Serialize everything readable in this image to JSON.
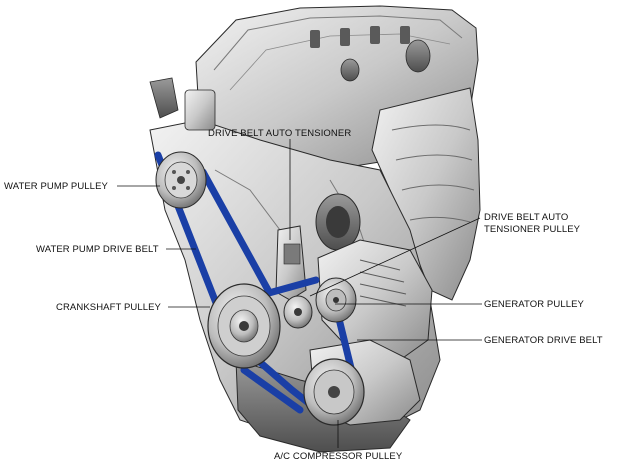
{
  "labels": {
    "drive_belt_auto_tensioner": "DRIVE BELT AUTO TENSIONER",
    "water_pump_pulley": "WATER PUMP PULLEY",
    "water_pump_drive_belt": "WATER PUMP DRIVE BELT",
    "crankshaft_pulley": "CRANKSHAFT PULLEY",
    "tensioner_pulley_line1": "DRIVE BELT AUTO",
    "tensioner_pulley_line2": "TENSIONER PULLEY",
    "generator_pulley": "GENERATOR PULLEY",
    "generator_drive_belt": "GENERATOR DRIVE BELT",
    "ac_compressor_pulley": "A/C COMPRESSOR PULLEY"
  },
  "colors": {
    "belt": "#1a3fa6",
    "engine_light": "#e6e6e6",
    "engine_mid": "#b8b8b8",
    "engine_dark": "#6b6b6b",
    "outline": "#2a2a2a"
  }
}
